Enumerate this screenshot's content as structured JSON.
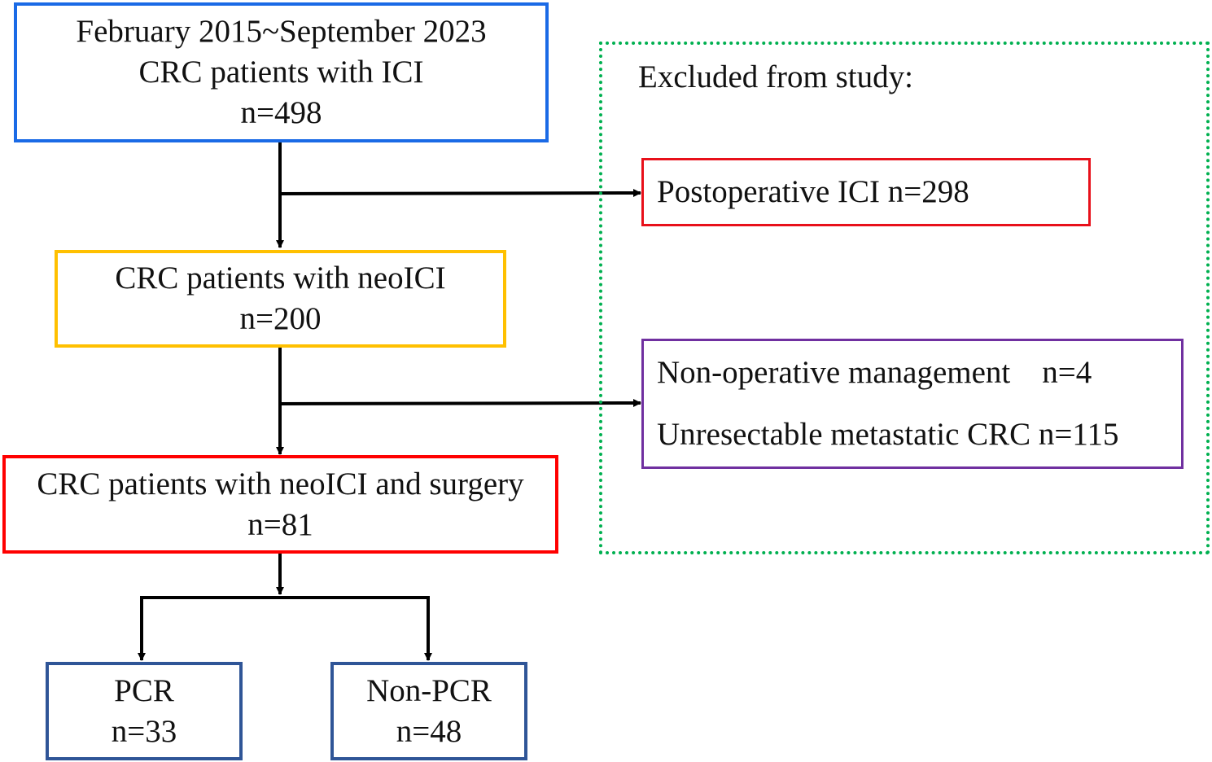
{
  "colors": {
    "box_start": "#1a6ae6",
    "box_neo": "#ffc000",
    "box_surgery": "#ff0000",
    "box_excl_postop": "#e8101a",
    "box_excl_other": "#7030a0",
    "box_outcome": "#2f5597",
    "exclusion_frame": "#00b050",
    "arrows": "#000000"
  },
  "start": {
    "line1": "February 2015~September 2023",
    "line2": "CRC patients with ICI",
    "line3": "n=498"
  },
  "neo": {
    "line1": "CRC patients with neoICI",
    "line2": "n=200"
  },
  "surgery": {
    "line1": "CRC patients with neoICI and surgery",
    "line2": "n=81"
  },
  "exclusion": {
    "title": "Excluded from study:",
    "postop": "Postoperative ICI  n=298",
    "nonop": "Non-operative management    n=4",
    "unresectable": "Unresectable metastatic CRC n=115"
  },
  "pcr": {
    "line1": "PCR",
    "line2": "n=33"
  },
  "nonpcr": {
    "line1": "Non-PCR",
    "line2": "n=48"
  }
}
